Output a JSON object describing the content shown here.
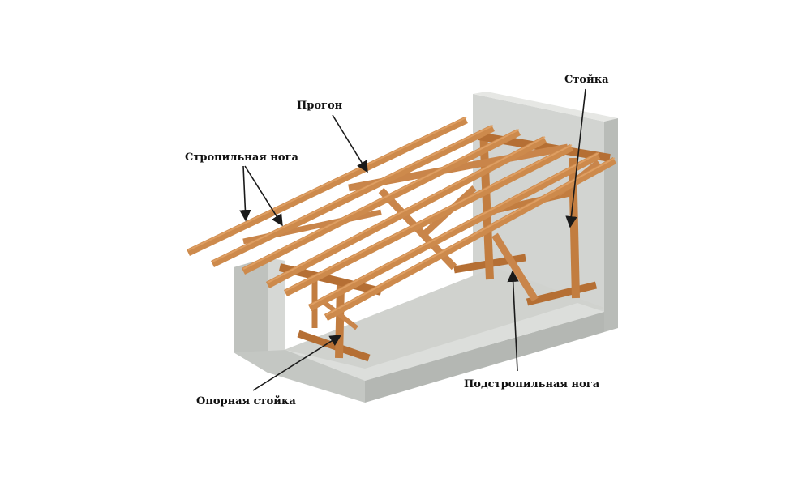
{
  "colors": {
    "wall_face": "#d4d6d3",
    "wall_side": "#b8bbb7",
    "wall_top": "#e6e7e4",
    "floor": "#cfd1cd",
    "timber": "#cd8a4c",
    "timber_dark": "#a9652c",
    "timber_light": "#e2a265",
    "arrow": "#1a1a1a",
    "background": "#ffffff"
  },
  "labels": {
    "purlin": "Прогон",
    "rafter_leg": "Стропильная нога",
    "post": "Стойка",
    "support_post": "Опорная стойка",
    "strut": "Подстропильная нога"
  }
}
